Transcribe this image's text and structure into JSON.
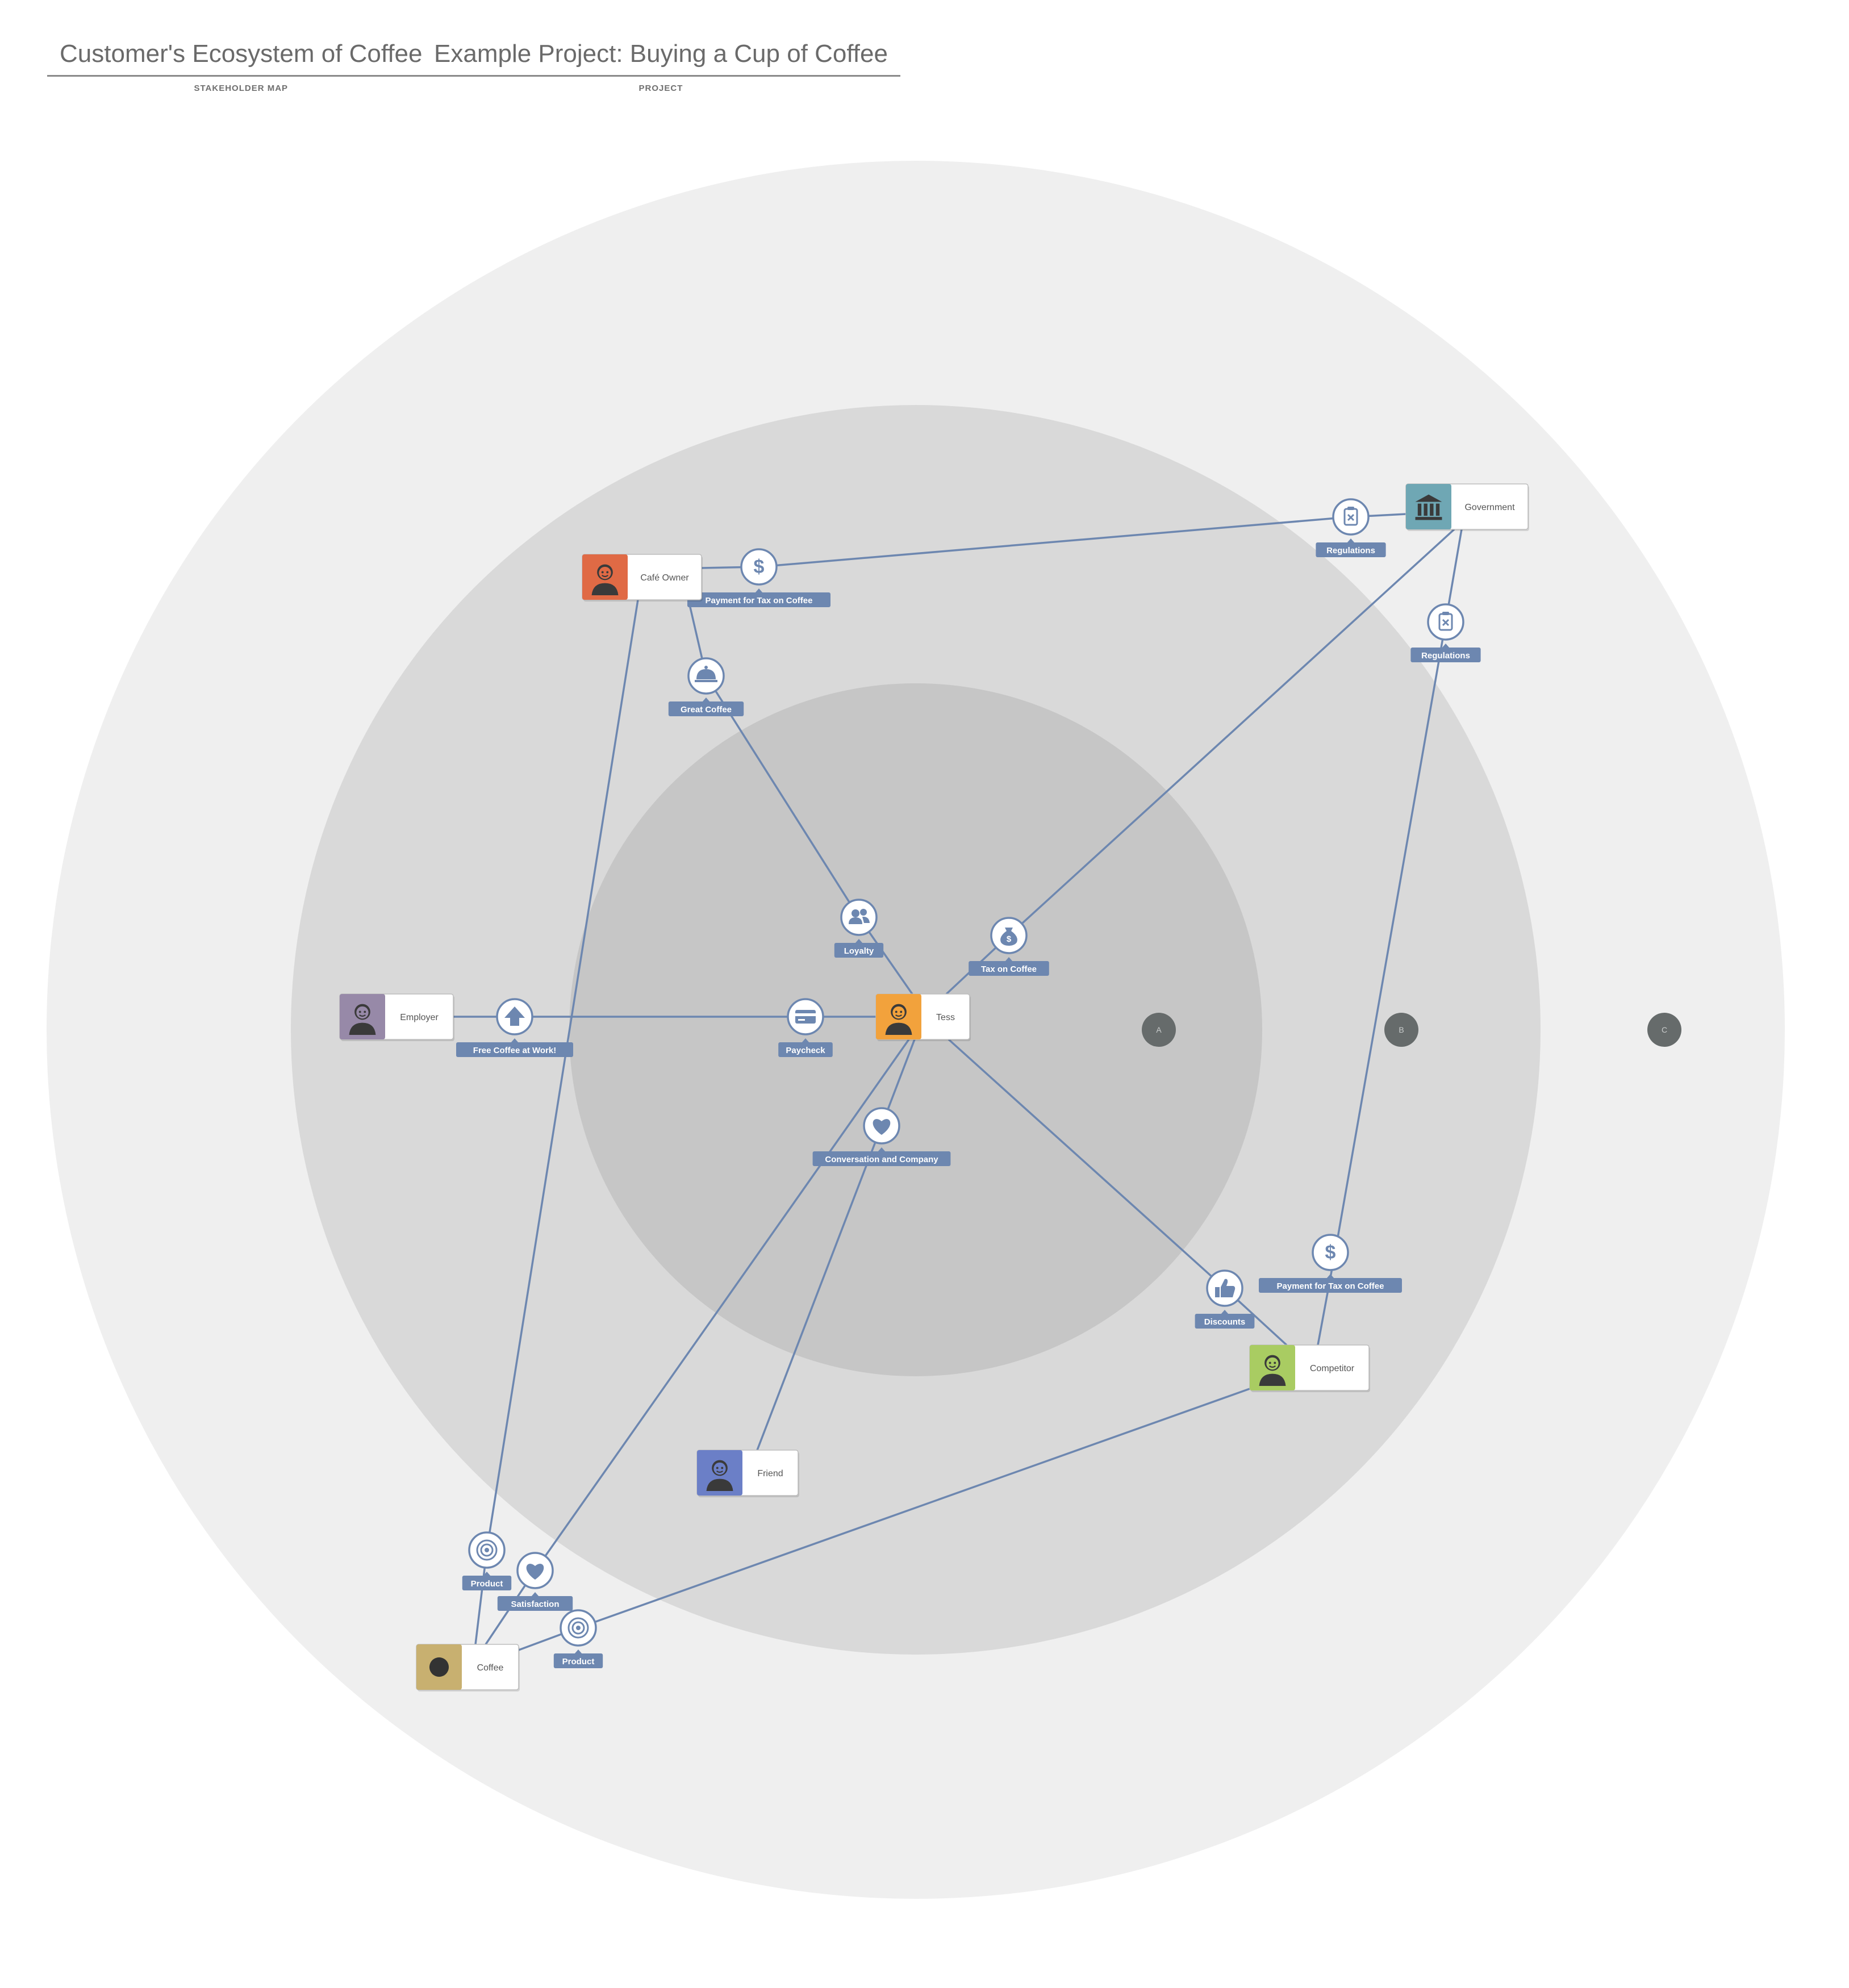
{
  "header": {
    "map_title": "Customer's Ecosystem of Coffee",
    "map_subtitle": "STAKEHOLDER MAP",
    "project_title": "Example Project: Buying a Cup of Coffee",
    "project_subtitle": "PROJECT"
  },
  "rings": {
    "labels": [
      "A",
      "B",
      "C"
    ],
    "colors": [
      "#c6c6c6",
      "#d9d9d9",
      "#efefef"
    ]
  },
  "stakeholders": [
    {
      "id": "cafe",
      "name": "Café Owner",
      "color": "#e06a45",
      "icon": "smiling-man-icon"
    },
    {
      "id": "gov",
      "name": "Government",
      "color": "#6fa7b4",
      "icon": "bank-building-icon"
    },
    {
      "id": "employer",
      "name": "Employer",
      "color": "#9789a8",
      "icon": "woman-glasses-icon"
    },
    {
      "id": "tess",
      "name": "Tess",
      "color": "#f2a23c",
      "icon": "woman-avatar-icon"
    },
    {
      "id": "competitor",
      "name": "Competitor",
      "color": "#a9cc62",
      "icon": "man-suit-icon"
    },
    {
      "id": "friend",
      "name": "Friend",
      "color": "#6b7fc7",
      "icon": "spy-hat-icon"
    },
    {
      "id": "coffee",
      "name": "Coffee",
      "color": "#c8b070",
      "icon": "coffee-bean-icon"
    }
  ],
  "relationships": [
    {
      "label": "Payment for Tax on Coffee",
      "icon": "dollar-icon"
    },
    {
      "label": "Regulations",
      "icon": "clipboard-icon"
    },
    {
      "label": "Regulations",
      "icon": "clipboard-icon"
    },
    {
      "label": "Great Coffee",
      "icon": "cloche-icon"
    },
    {
      "label": "Loyalty",
      "icon": "users-icon"
    },
    {
      "label": "Tax on Coffee",
      "icon": "money-bag-icon"
    },
    {
      "label": "Free Coffee at Work!",
      "icon": "arrow-up-icon"
    },
    {
      "label": "Paycheck",
      "icon": "credit-card-icon"
    },
    {
      "label": "Conversation and Company",
      "icon": "heart-icon"
    },
    {
      "label": "Payment for Tax on Coffee",
      "icon": "dollar-icon"
    },
    {
      "label": "Discounts",
      "icon": "thumbs-up-icon"
    },
    {
      "label": "Product",
      "icon": "target-icon"
    },
    {
      "label": "Satisfaction",
      "icon": "heart-icon"
    },
    {
      "label": "Product",
      "icon": "target-icon"
    }
  ],
  "colors": {
    "line": "#6d87b0",
    "badge": "#6d87b0",
    "ring_marker": "#666b6b"
  }
}
